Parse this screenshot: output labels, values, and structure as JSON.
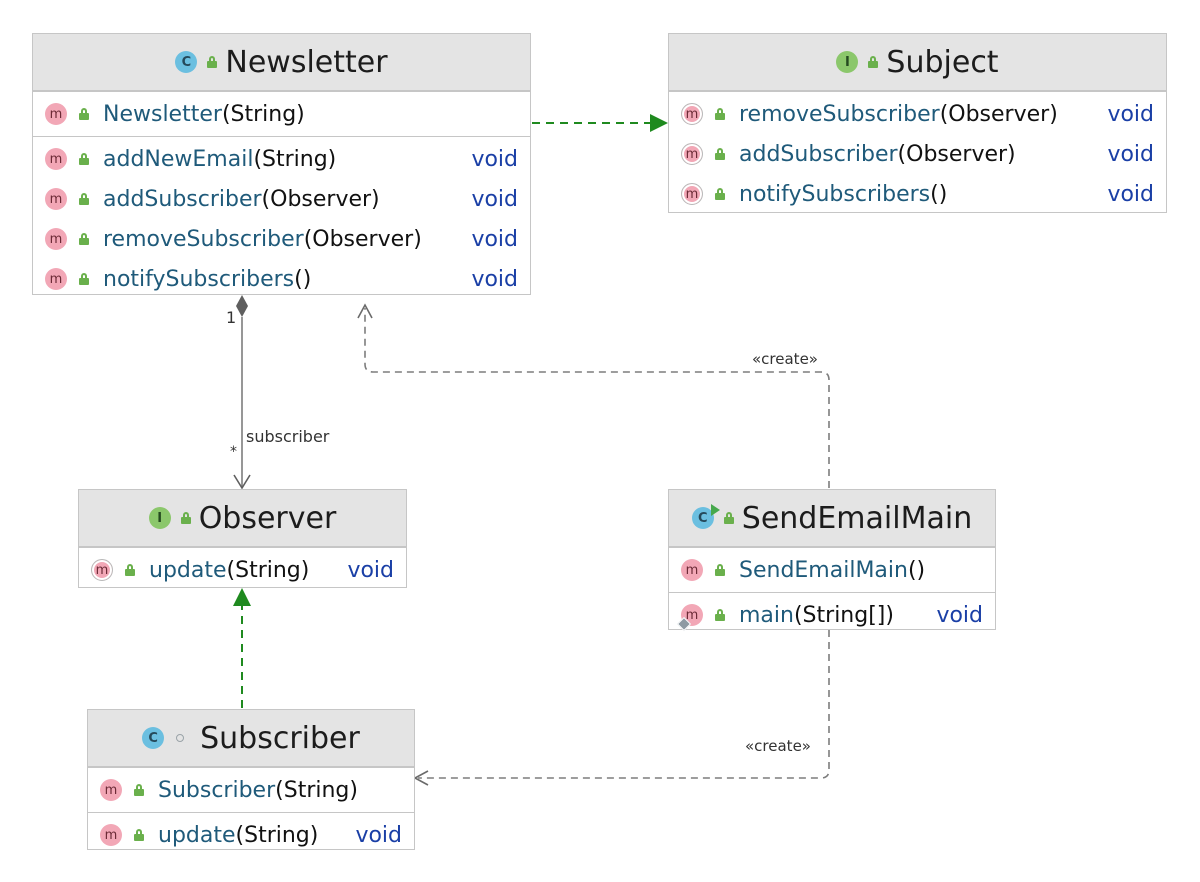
{
  "classes": {
    "newsletter": {
      "name": "Newsletter",
      "kind": "C",
      "constructors": [
        {
          "name": "Newsletter",
          "params": "(String)",
          "ret": ""
        }
      ],
      "methods": [
        {
          "name": "addNewEmail",
          "params": "(String)",
          "ret": "void"
        },
        {
          "name": "addSubscriber",
          "params": "(Observer)",
          "ret": "void"
        },
        {
          "name": "removeSubscriber",
          "params": "(Observer)",
          "ret": "void"
        },
        {
          "name": "notifySubscribers",
          "params": "()",
          "ret": "void"
        }
      ]
    },
    "subject": {
      "name": "Subject",
      "kind": "I",
      "methods": [
        {
          "name": "removeSubscriber",
          "params": "(Observer)",
          "ret": "void"
        },
        {
          "name": "addSubscriber",
          "params": "(Observer)",
          "ret": "void"
        },
        {
          "name": "notifySubscribers",
          "params": "()",
          "ret": "void"
        }
      ]
    },
    "observer": {
      "name": "Observer",
      "kind": "I",
      "methods": [
        {
          "name": "update",
          "params": "(String)",
          "ret": "void"
        }
      ]
    },
    "subscriber": {
      "name": "Subscriber",
      "kind": "C",
      "constructors": [
        {
          "name": "Subscriber",
          "params": "(String)",
          "ret": ""
        }
      ],
      "methods": [
        {
          "name": "update",
          "params": "(String)",
          "ret": "void"
        }
      ]
    },
    "send_email_main": {
      "name": "SendEmailMain",
      "kind": "C",
      "constructors": [
        {
          "name": "SendEmailMain",
          "params": "()",
          "ret": ""
        }
      ],
      "methods": [
        {
          "name": "main",
          "params": "(String[])",
          "ret": "void"
        }
      ]
    }
  },
  "icons": {
    "class_letter": "C",
    "interface_letter": "I",
    "method_letter": "m"
  },
  "relations": {
    "multiplicity_one": "1",
    "multiplicity_many": "*",
    "role_label": "subscriber",
    "create_label_1": "«create»",
    "create_label_2": "«create»"
  },
  "colors": {
    "realization": "#1f8a1f",
    "dependency": "#7d7d7d",
    "method_name": "#1f5a7a",
    "return_type": "#1a3fa6",
    "header_bg": "#e4e4e4"
  }
}
